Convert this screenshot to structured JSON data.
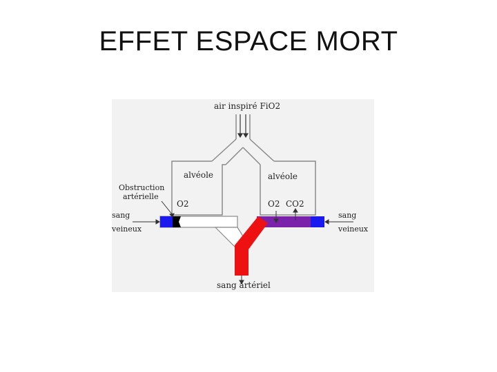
{
  "slide": {
    "title": "EFFET ESPACE MORT"
  },
  "diagram": {
    "labels": {
      "air_inspire": "air inspiré FiO2",
      "alveole_left": "alvéole",
      "alveole_right": "alvéole",
      "obstruction_line1": "Obstruction",
      "obstruction_line2": "artérielle",
      "o2_left": "O2",
      "o2_right": "O2",
      "co2_right": "CO2",
      "sang_veineux_left_line1": "sang",
      "sang_veineux_left_line2": "veineux",
      "sang_veineux_right_line1": "sang",
      "sang_veineux_right_line2": "veineux",
      "sang_arteriel": "sang artériel"
    },
    "colors": {
      "background": "#f2f2f2",
      "venous_blood": "#1a1aee",
      "arterial_blood": "#ee1111",
      "mixed_blood": "#7a22aa",
      "obstruction": "#000000",
      "outline": "#8a8a8a"
    }
  }
}
